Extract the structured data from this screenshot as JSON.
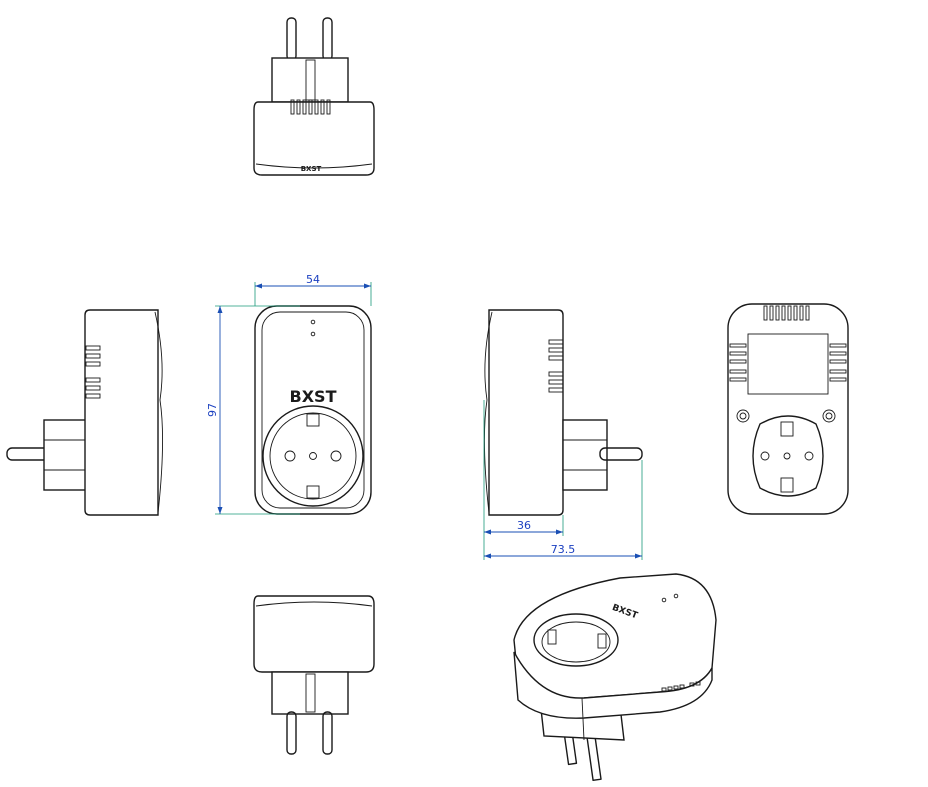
{
  "brand": {
    "logo_text": "BXST",
    "logo_text_small": "BXST"
  },
  "dimensions": {
    "width": "54",
    "height": "97",
    "depth_body": "36",
    "depth_total": "73.5"
  },
  "colors": {
    "dimension_line": "#1a4fb4",
    "extension_line": "#1a9a7a",
    "outline": "#1a1a1a"
  }
}
